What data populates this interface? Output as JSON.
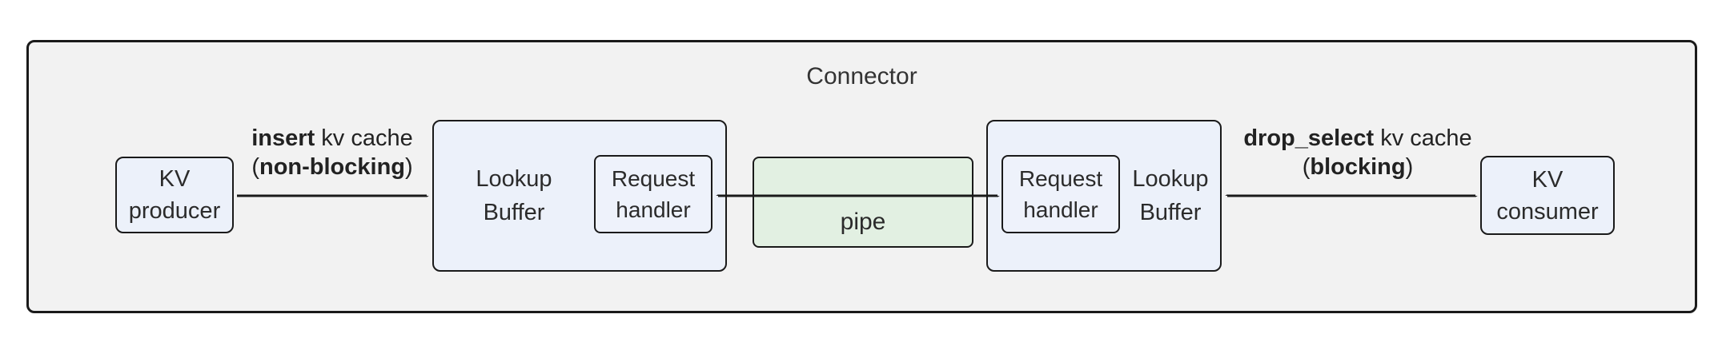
{
  "diagram": {
    "title": "Connector",
    "nodes": {
      "kv_producer": {
        "line1": "KV",
        "line2": "producer"
      },
      "lookup_buffer_left": {
        "line1": "Lookup",
        "line2": "Buffer"
      },
      "request_handler_left": {
        "line1": "Request",
        "line2": "handler"
      },
      "pipe": {
        "label": "pipe"
      },
      "request_handler_right": {
        "line1": "Request",
        "line2": "handler"
      },
      "lookup_buffer_right": {
        "line1": "Lookup",
        "line2": "Buffer"
      },
      "kv_consumer": {
        "line1": "KV",
        "line2": "consumer"
      }
    },
    "edges": {
      "insert": {
        "line1_bold": "insert",
        "line1_rest": " kv cache",
        "line2_open": "(",
        "line2_bold": "non-blocking",
        "line2_close": ")"
      },
      "drop_select": {
        "line1_bold": "drop_select",
        "line1_rest": " kv cache",
        "line2_open": "(",
        "line2_bold": "blocking",
        "line2_close": ")"
      }
    },
    "colors": {
      "container_fill": "#f2f2f2",
      "node_fill": "#ecf1fa",
      "pipe_fill": "#e2f0e2",
      "border": "#1a1a1a",
      "text": "#333333"
    }
  }
}
